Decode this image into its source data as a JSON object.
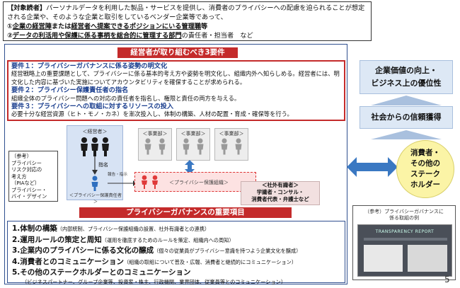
{
  "reader": {
    "line1_head": "【対象読者】",
    "line1_body": "パーソナルデータを利用した製品・サービスを提供し、消費者のプライバシーへの配慮を迫られることが想定",
    "line2": "される企業や、そのような企業と取引をしているベンダー企業等であって、",
    "item1_num": "①",
    "item1_a": "企業の経営陣",
    "item1_b": "または",
    "item1_c": "経営者へ提案できるポジションにいる管理職",
    "item1_d": "等",
    "item2_num": "②",
    "item2_a": "データの利活用や保護に係る事柄を総合的に管理する部門",
    "item2_b": "の責任者・担当者　など"
  },
  "requirements": {
    "header": "経営者が取り組むべき3要件",
    "req1_title": "要件１：プライバシーガバナンスに係る姿勢の明文化",
    "req1_text": "経営戦略上の重要課題として、プライバシーに係る基本的考え方や姿勢を明文化し、組織内外へ知らしめる。経営者には、明文化した内容に基づいた実施についてアカウンタビリティを確保することが求められる。",
    "req2_title": "要件２：プライバシー保護責任者の指名",
    "req2_text": "組織全体のプライバシー問題への対応の責任者を指名し、権限と責任の両方を与える。",
    "req3_title": "要件３：プライバシーへの取組に対するリソースの投入",
    "req3_text": "必要十分な経営資源（ヒト・モノ・カネ）を漸次投入し、体制の構築、人材の配置・育成・確保等を行う。"
  },
  "org": {
    "executive": "＜経営者＞",
    "appoint": "指名",
    "officer": "＜プライバシー保護責任者＞",
    "report": "報告・指示",
    "department": "＜事業部＞",
    "pg_org": "＜プライバシー保護組織＞",
    "ext_title": "＜社外有識者＞",
    "ext_line1": "学識者・コンサル・",
    "ext_line2": "消費者代表・弁護士など"
  },
  "reference": {
    "lines": [
      "（参考）",
      "プライバシー",
      "リスク対応の",
      "考え方",
      "（PIAなど）",
      "プライバシー・",
      "バイ・デザイン"
    ]
  },
  "governance": {
    "header": "プライバシーガバナンスの重要項目",
    "items": [
      {
        "title": "1.体制の構築",
        "note": "（内部統制、プライバシー保護組織の設置、社外有識者との連携）"
      },
      {
        "title": "2.運用ルールの策定と周知",
        "note": "（運用を徹底するためのルールを策定、組織内への周知）"
      },
      {
        "title": "3.企業内のプライバシーに係る文化の醸成",
        "note": "（個々の従業員がプライバシー意識を持つよう企業文化を醸成）"
      },
      {
        "title": "4.消費者とのコミュニケーション",
        "note": "（組織の取組について普及・広報、消費者と継続的にコミュニケーション）"
      },
      {
        "title": "5.その他のステークホルダーとのコミュニケーション",
        "note": ""
      }
    ],
    "item5_sub": "（ビジネスパートナー、グループ企業等、投資家・株主、行政機関、業界団体、従業員等とのコミュニケーション）"
  },
  "right": {
    "value_line1": "企業価値の向上・",
    "value_line2": "ビジネス上の優位性",
    "trust": "社会からの信頼獲得",
    "stake_lines": [
      "消費者・",
      "その他の",
      "ステーク",
      "ホルダー"
    ],
    "example_line1": "（参考）プライバシーガバナンスに",
    "example_line2": "係る取組の例",
    "example_thumb_title": "TRANSPARENCY REPORT"
  },
  "page_number": "5",
  "colors": {
    "accent_red": "#c42b2b",
    "accent_blue": "#2f6fbf",
    "stake_yellow": "#fbf4a6"
  }
}
